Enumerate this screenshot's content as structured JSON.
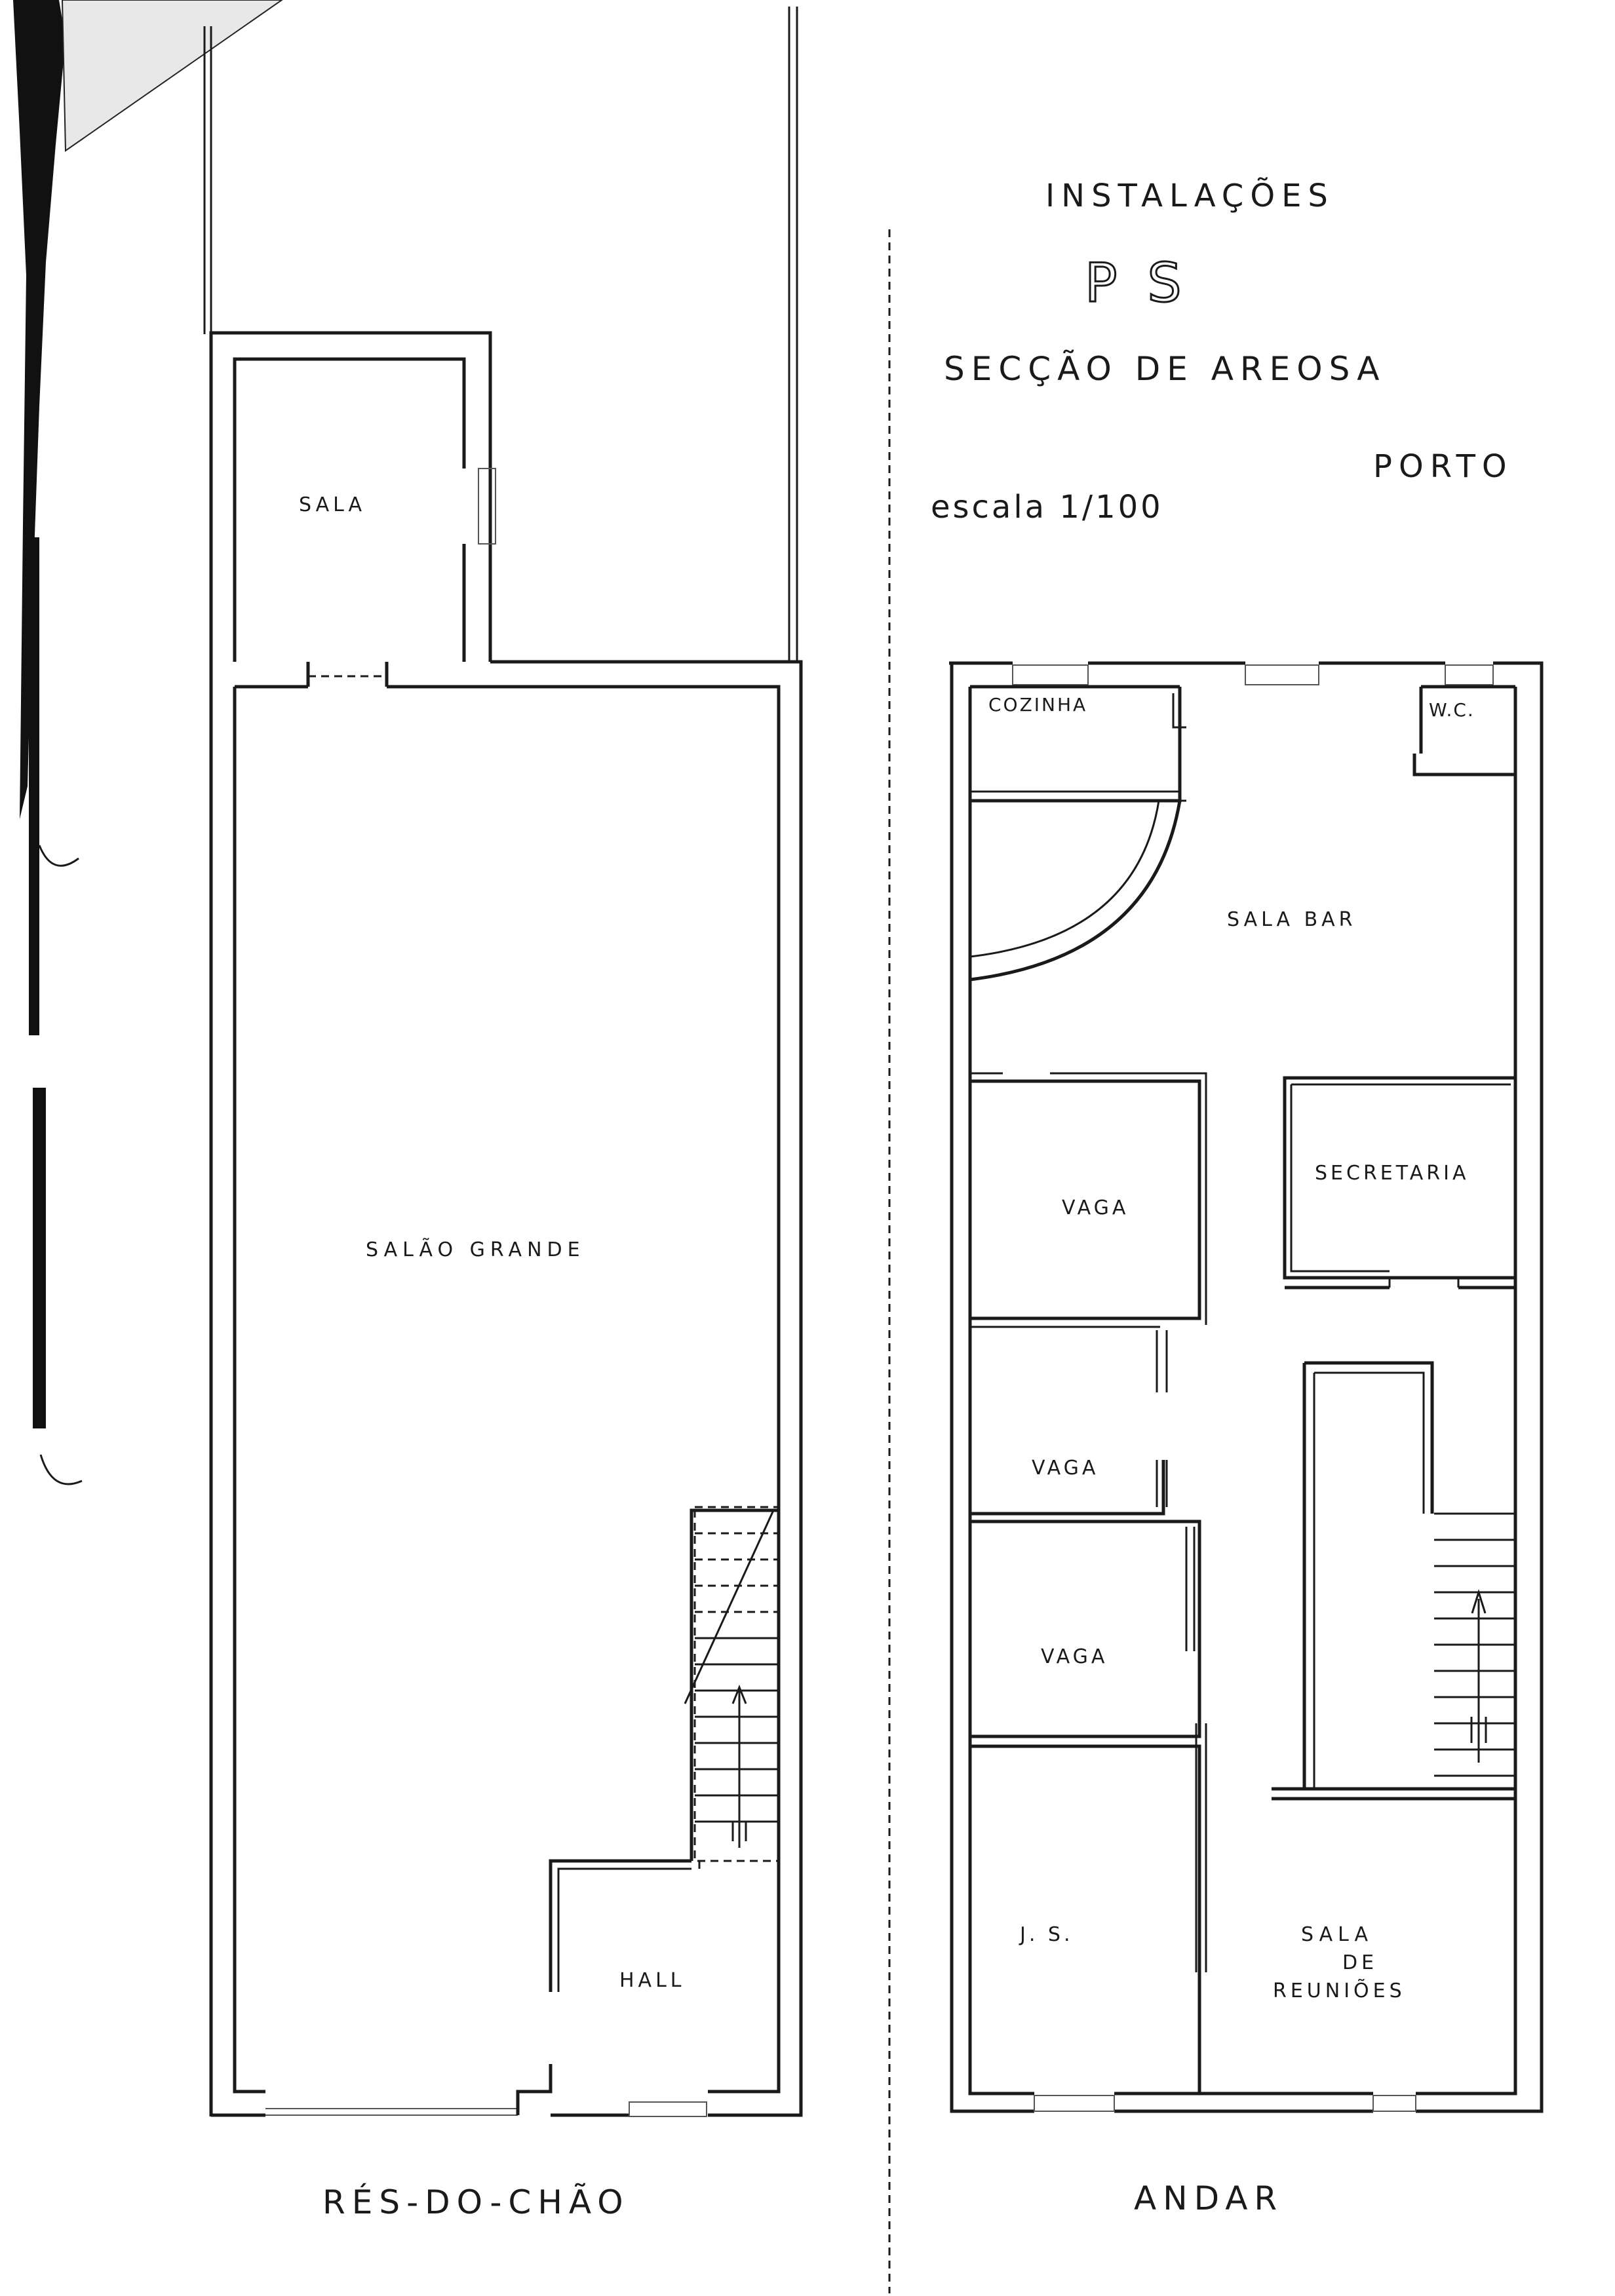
{
  "header": {
    "line1": "INSTALAÇÕES",
    "logo": "P S",
    "line2": "SECÇÃO  DE  AREOSA",
    "city": "PORTO",
    "scale": "escala 1/100"
  },
  "ground_floor": {
    "caption": "RÉS-DO-CHÃO",
    "rooms": {
      "sala": "SALA",
      "salao_grande": "SALÃO  GRANDE",
      "hall": "HALL"
    }
  },
  "upper_floor": {
    "caption": "ANDAR",
    "rooms": {
      "cozinha": "COZINHA",
      "wc": "W.C.",
      "sala_bar": "SALA  BAR",
      "vaga_1": "VAGA",
      "secretaria": "SECRETARIA",
      "vaga_2": "VAGA",
      "vaga_3": "VAGA",
      "js": "J. S.",
      "sala_de_reunioes_1": "SALA",
      "sala_de_reunioes_2": "DE",
      "sala_de_reunioes_3": "REUNIÕES"
    }
  },
  "colors": {
    "ink": "#1a1a1a",
    "paper": "#ffffff"
  }
}
